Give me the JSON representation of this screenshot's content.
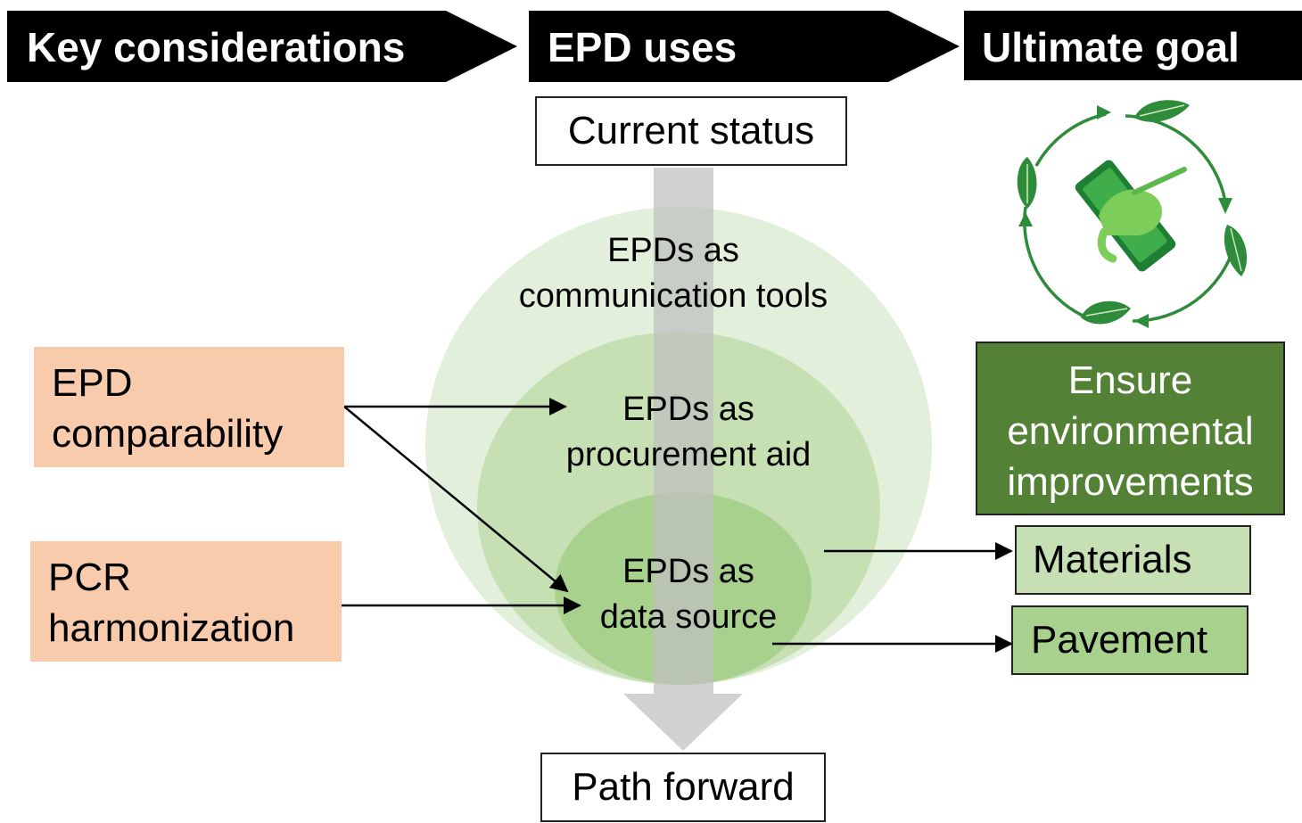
{
  "headers": {
    "key_considerations": "Key considerations",
    "epd_uses": "EPD uses",
    "ultimate_goal": "Ultimate goal"
  },
  "flow": {
    "current_status": "Current status",
    "path_forward": "Path forward"
  },
  "uses": {
    "outer_line1": "EPDs as",
    "outer_line2": "communication tools",
    "middle_line1": "EPDs as",
    "middle_line2": "procurement aid",
    "inner_line1": "EPDs as",
    "inner_line2": "data source"
  },
  "considerations": {
    "epd_line1": "EPD",
    "epd_line2": "comparability",
    "pcr_line1": "PCR",
    "pcr_line2": "harmonization"
  },
  "goal": {
    "line1": "Ensure",
    "line2": "environmental",
    "line3": "improvements"
  },
  "outputs": {
    "materials": "Materials",
    "pavement": "Pavement"
  },
  "icons": {
    "cycle": "recycle-leaves-hand-icon"
  },
  "colors": {
    "header_bg": "#000000",
    "consideration_bg": "#f8cbad",
    "goal_bg": "#538135",
    "output_bg": "#a9d18e",
    "circle_outer": "#e2efda",
    "circle_middle": "#c6e0b4",
    "circle_inner": "#a9d18e",
    "flow_arrow": "#c9c9c9"
  }
}
